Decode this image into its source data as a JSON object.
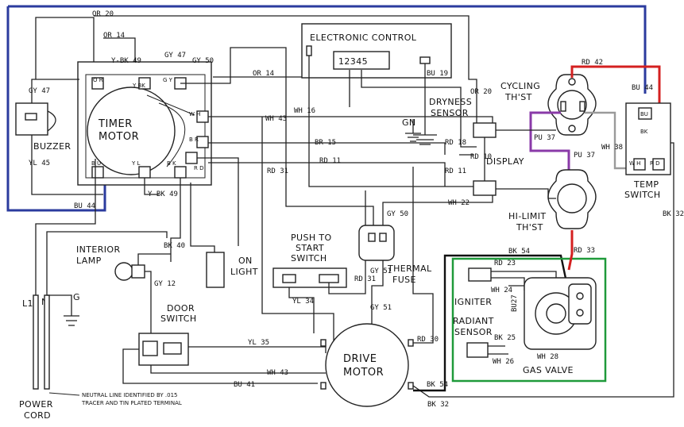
{
  "components": {
    "electronic_control": "ELECTRONIC CONTROL",
    "control_pins": "12345",
    "buzzer": "BUZZER",
    "timer_motor_1": "TIMER",
    "timer_motor_2": "MOTOR",
    "dryness_sensor_1": "DRYNESS",
    "dryness_sensor_2": "SENSOR",
    "ground": "GN",
    "cycling_thst_1": "CYCLING",
    "cycling_thst_2": "TH'ST",
    "display": "DISPLAY",
    "temp_switch_1": "TEMP",
    "temp_switch_2": "SWITCH",
    "hi_limit_1": "HI-LIMIT",
    "hi_limit_2": "TH'ST",
    "interior_lamp_1": "INTERIOR",
    "interior_lamp_2": "LAMP",
    "on_light_1": "ON",
    "on_light_2": "LIGHT",
    "push_to_start_1": "PUSH TO",
    "push_to_start_2": "START",
    "push_to_start_3": "SWITCH",
    "thermal_fuse_1": "THERMAL",
    "thermal_fuse_2": "FUSE",
    "door_switch_1": "DOOR",
    "door_switch_2": "SWITCH",
    "drive_motor_1": "DRIVE",
    "drive_motor_2": "MOTOR",
    "igniter": "IGNITER",
    "radiant_sensor_1": "RADIANT",
    "radiant_sensor_2": "SENSOR",
    "gas_valve": "GAS VALVE",
    "power_cord_1": "POWER",
    "power_cord_2": "CORD",
    "l1": "L1",
    "n": "N",
    "g": "G",
    "neutral_note_1": "NEUTRAL LINE IDENTIFIED BY .015",
    "neutral_note_2": "TRACER AND TIN PLATED TERMINAL"
  },
  "wire_labels": {
    "or20_top": "OR 20",
    "or14_top": "OR 14",
    "or14_mid": "OR 14",
    "ybk49_top": "Y-BK 49",
    "gy47_top": "GY 47",
    "gy50_top": "GY 50",
    "gy47_left": "GY 47",
    "yl45": "YL 45",
    "bu44_bottom": "BU 44",
    "ybk49_bottom": "Y-BK 49",
    "wh16": "WH 16",
    "br15": "BR 15",
    "rd31_a": "RD 31",
    "rd11": "RD 11",
    "wh43_right": "WH 43",
    "bk40": "BK 40",
    "gy12": "GY 12",
    "yl35": "YL 35",
    "yl34": "YL 34",
    "rd31_b": "RD 31",
    "gy51": "GY 51",
    "gy50_fuse": "GY 50",
    "gy51_b": "GY 51",
    "rd30": "RD 30",
    "wh43_bottom": "WH 43",
    "bu41": "BU 41",
    "bk54_motor": "BK 54",
    "bk32_bottom": "BK 32",
    "bk54_top": "BK 54",
    "rd23": "RD 23",
    "wh24": "WH 24",
    "bu27": "BU27",
    "bk25": "BK 25",
    "wh26": "WH 26",
    "wh28": "WH 28",
    "rd42": "RD 42",
    "bu44_right": "BU 44",
    "bu19": "BU 19",
    "or20_right": "OR 20",
    "rd18": "RD 18",
    "rd10": "RD 10",
    "rd11_disp": "RD 11",
    "wh22": "WH 22",
    "pu37_a": "PU 37",
    "pu37_b": "PU 37",
    "wh38": "WH 38",
    "rd33": "RD 33",
    "bk32_right": "BK 32"
  },
  "terminals": {
    "or": "O R",
    "ybk": "Y BK",
    "gy": "G Y",
    "wh": "W H",
    "br": "B R",
    "rd": "R D",
    "bu": "B U",
    "yl": "Y L",
    "bk": "B K",
    "bu_ts": "BU",
    "bk_ts": "BK",
    "wh_ts": "W H",
    "rd_ts": "R D"
  },
  "highlight_colors": {
    "blue_wire": "#2b3b9e",
    "red_wire": "#d42020",
    "purple_wire": "#8a3aa8",
    "gray_wire": "#9a9a9a",
    "gas_valve_box": "#1f9a3a",
    "black_highlight": "#111111"
  }
}
